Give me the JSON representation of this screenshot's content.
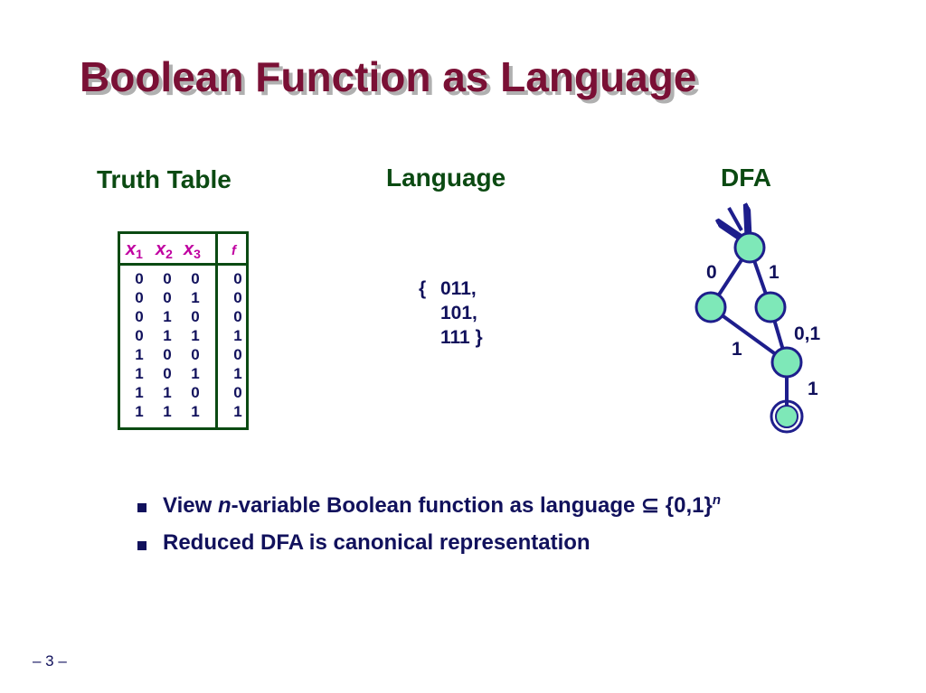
{
  "slide": {
    "title": "Boolean Function as Language",
    "page_number": "– 3 –"
  },
  "sections": {
    "truth_table_header": "Truth Table",
    "language_header": "Language",
    "dfa_header": "DFA"
  },
  "truth_table": {
    "columns": [
      {
        "name": "x",
        "sub": "1"
      },
      {
        "name": "x",
        "sub": "2"
      },
      {
        "name": "x",
        "sub": "3"
      }
    ],
    "output_header": "f",
    "rows": [
      [
        "0",
        "0",
        "0",
        "0"
      ],
      [
        "0",
        "0",
        "1",
        "0"
      ],
      [
        "0",
        "1",
        "0",
        "0"
      ],
      [
        "0",
        "1",
        "1",
        "1"
      ],
      [
        "1",
        "0",
        "0",
        "0"
      ],
      [
        "1",
        "0",
        "1",
        "1"
      ],
      [
        "1",
        "1",
        "0",
        "0"
      ],
      [
        "1",
        "1",
        "1",
        "1"
      ]
    ]
  },
  "language": {
    "open_brace": "{",
    "words": [
      "011,",
      "101,",
      "111 }"
    ]
  },
  "dfa": {
    "edge_labels": [
      "0",
      "1",
      "1",
      "0,1",
      "1"
    ],
    "colors": {
      "node_fill": "#7ee8b8",
      "node_stroke": "#1e1e8c",
      "edge": "#1e1e8c"
    }
  },
  "bullets": [
    {
      "pre": "View ",
      "italic": "n",
      "mid": "-variable Boolean function as language ",
      "symbol": "⊆",
      "post": " {0,1}",
      "sup": "n"
    },
    {
      "text": "Reduced DFA is canonical representation"
    }
  ]
}
